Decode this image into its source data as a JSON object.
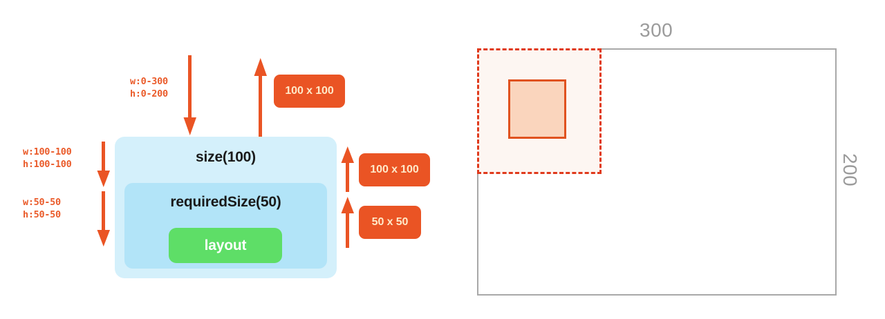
{
  "diagram": {
    "title": "layout size constraint propagation",
    "colors": {
      "orange": "#ea5424",
      "orange_text": "#ea5b2a",
      "badge_text": "#ffe9c9",
      "outer_blue": "#d4f0fb",
      "inner_blue": "#b2e4f8",
      "green": "#5ede67",
      "gray_stroke": "#a8a8a8",
      "dashed_red": "#e03a1c",
      "inner_fill": "#fad5bd",
      "dashed_fill": "#fdf6f2"
    },
    "left": {
      "constraint_in": {
        "width": "w:0-300",
        "height": "h:0-200"
      },
      "constraint_mid": {
        "width": "w:100-100",
        "height": "h:100-100"
      },
      "constraint_inner": {
        "width": "w:50-50",
        "height": "h:50-50"
      },
      "outer_box_label": "size(100)",
      "inner_box_label": "requiredSize(50)",
      "layout_button_label": "layout",
      "badges": {
        "top": "100 x 100",
        "middle": "100 x 100",
        "bottom": "50 x 50"
      }
    },
    "right": {
      "width_label": "300",
      "height_label": "200"
    }
  }
}
